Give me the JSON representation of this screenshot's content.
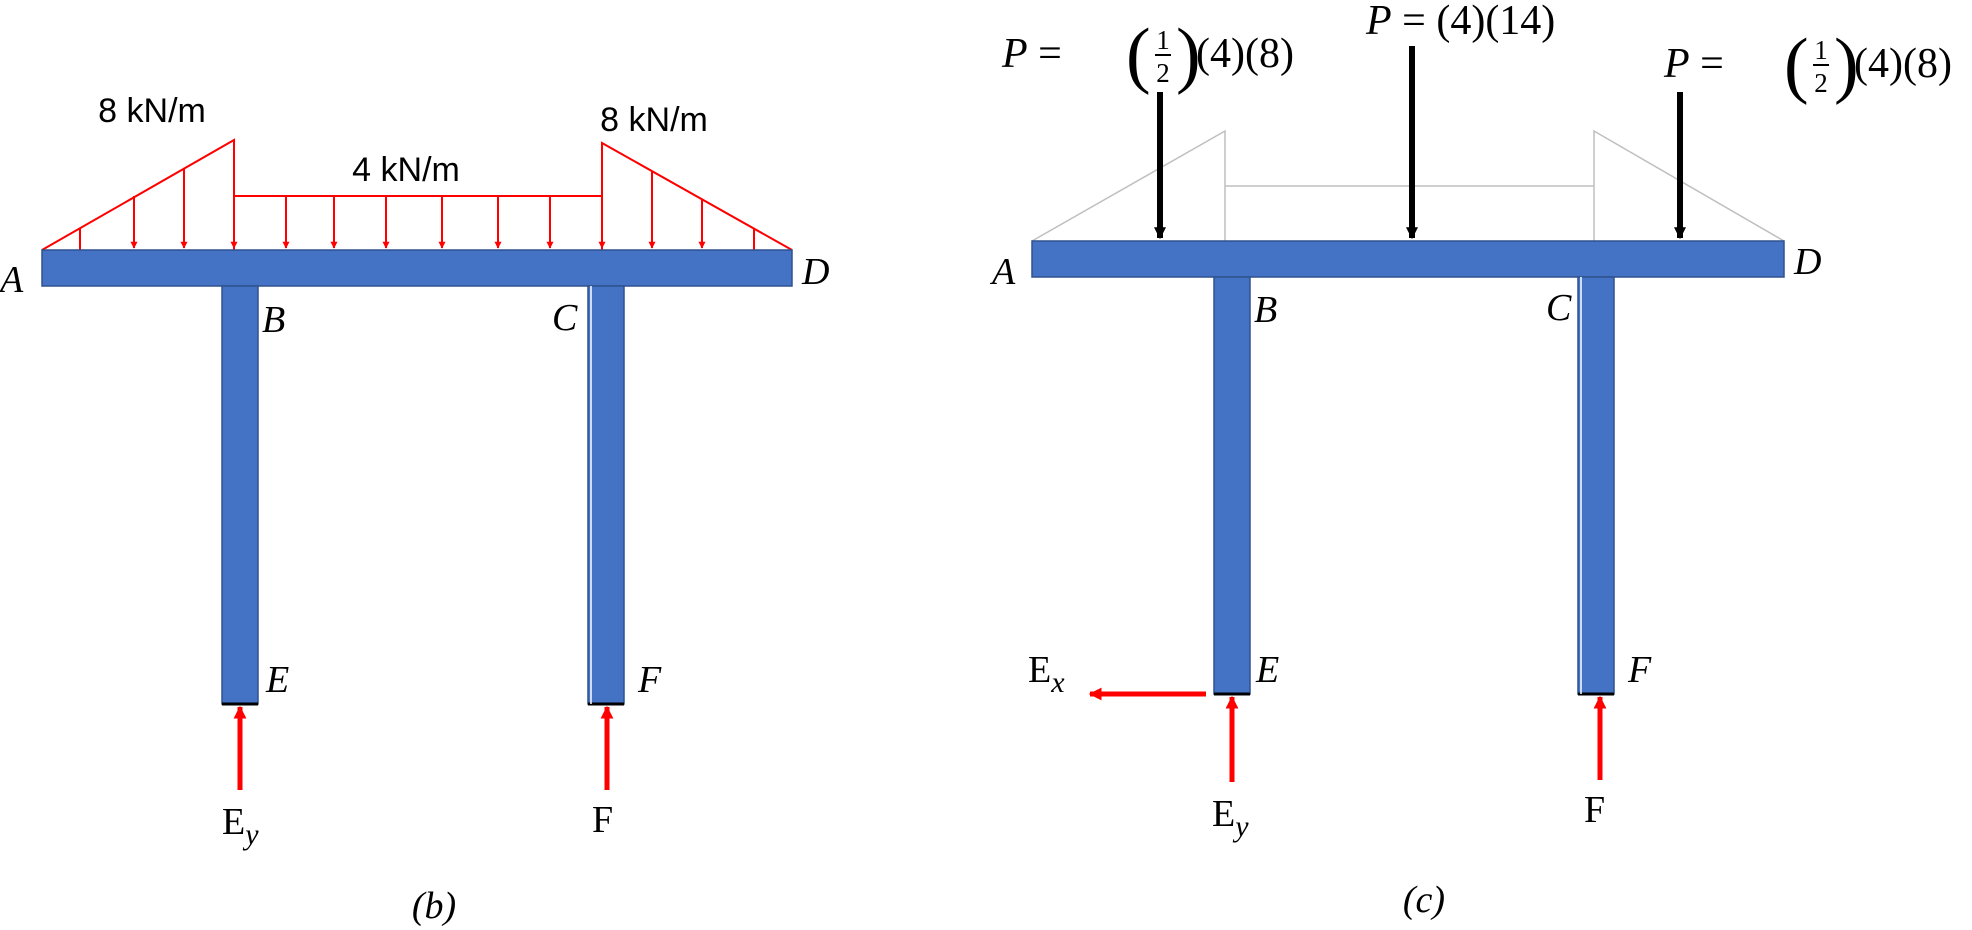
{
  "colors": {
    "member_fill": "#4472C4",
    "member_stroke": "#2F528F",
    "load": "#FF0000",
    "resultant": "#000000",
    "guide": "#BFBFBF",
    "text": "#000000"
  },
  "panel_b": {
    "caption": "(b)",
    "load_left_peak": "8 kN/m",
    "load_uniform": "4 kN/m",
    "load_right_peak": "8 kN/m",
    "nodes": {
      "a": "A",
      "b": "B",
      "c": "C",
      "d": "D",
      "e": "E",
      "f": "F"
    },
    "reaction_ey": {
      "main": "E",
      "sub": "y"
    },
    "reaction_f": "F"
  },
  "panel_c": {
    "caption": "(c)",
    "force_left": {
      "var": "P",
      "eq": " = ",
      "num": "1",
      "den": "2",
      "rest": " (4)(8)"
    },
    "force_mid": {
      "var": "P",
      "eq": " = ",
      "rest": "(4)(14)"
    },
    "force_right": {
      "var": "P",
      "eq": " = ",
      "num": "1",
      "den": "2",
      "rest": " (4)(8)"
    },
    "nodes": {
      "a": "A",
      "b": "B",
      "c": "C",
      "d": "D",
      "e": "E",
      "f": "F"
    },
    "reaction_ex": {
      "main": "E",
      "sub": "x"
    },
    "reaction_ey": {
      "main": "E",
      "sub": "y"
    },
    "reaction_f": "F"
  }
}
